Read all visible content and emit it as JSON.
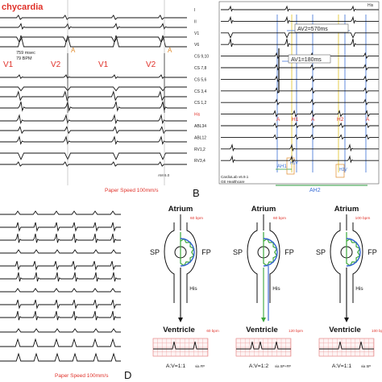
{
  "panelA": {
    "title_fragment": "chycardia",
    "cycle_text": "759 msec",
    "rate_text": "79 BPM",
    "beat_labels": [
      "V1",
      "V2",
      "V1",
      "V2"
    ],
    "atrial_markers": [
      "A",
      "A"
    ],
    "footer_small": "AM 6.0",
    "paper_speed": "Paper Speed 100mm/s"
  },
  "panelB": {
    "panel_letter": "B",
    "header_right": "His",
    "leads": [
      "I",
      "II",
      "V1",
      "V6",
      "CS 9,10",
      "CS 7,8",
      "CS 5,6",
      "CS 3,4",
      "CS 1,2",
      "His",
      "ABL34",
      "ABL12",
      "RV1,2",
      "RV3,4"
    ],
    "av2": "AV2=570ms",
    "av1": "AV1=180ms",
    "his_row_markers": [
      "A",
      "H1",
      "A",
      "H2",
      "A"
    ],
    "ah_labels": [
      "AH1",
      "H1V",
      "H2V"
    ],
    "ah2": "AH2",
    "vendor_line1": "CardioLab v6.9.1",
    "vendor_line2": "GE Healthcare"
  },
  "panelC": {
    "paper_speed": "Paper Speed 100mm/s"
  },
  "panelD": {
    "panel_letter": "D",
    "diagrams": [
      {
        "atrium": "Atrium",
        "atrium_rate": "60 bpm",
        "sp": "SP",
        "fp": "FP",
        "his": "His",
        "ventricle": "Ventricle",
        "ventricle_rate": "60 bpm",
        "ratio": "A:V=1:1",
        "via": "via FP"
      },
      {
        "atrium": "Atrium",
        "atrium_rate": "60 bpm",
        "sp": "SP",
        "fp": "FP",
        "his": "His",
        "ventricle": "Ventricle",
        "ventricle_rate": "120 bpm",
        "ratio": "A:V=1:2",
        "via": "via SP+FP"
      },
      {
        "atrium": "Atrium",
        "atrium_rate": "100 bpm",
        "sp": "SP",
        "fp": "FP",
        "his": "His",
        "ventricle": "Ventricle",
        "ventricle_rate": "100 bpm",
        "ratio": "A:V=1:1",
        "via": "via SP"
      }
    ],
    "colors": {
      "slow_pathway": "#3aa63a",
      "fast_pathway": "#2f5fd0",
      "rate_text": "#e0322a",
      "ecg_grid": "#e88a8a"
    }
  }
}
